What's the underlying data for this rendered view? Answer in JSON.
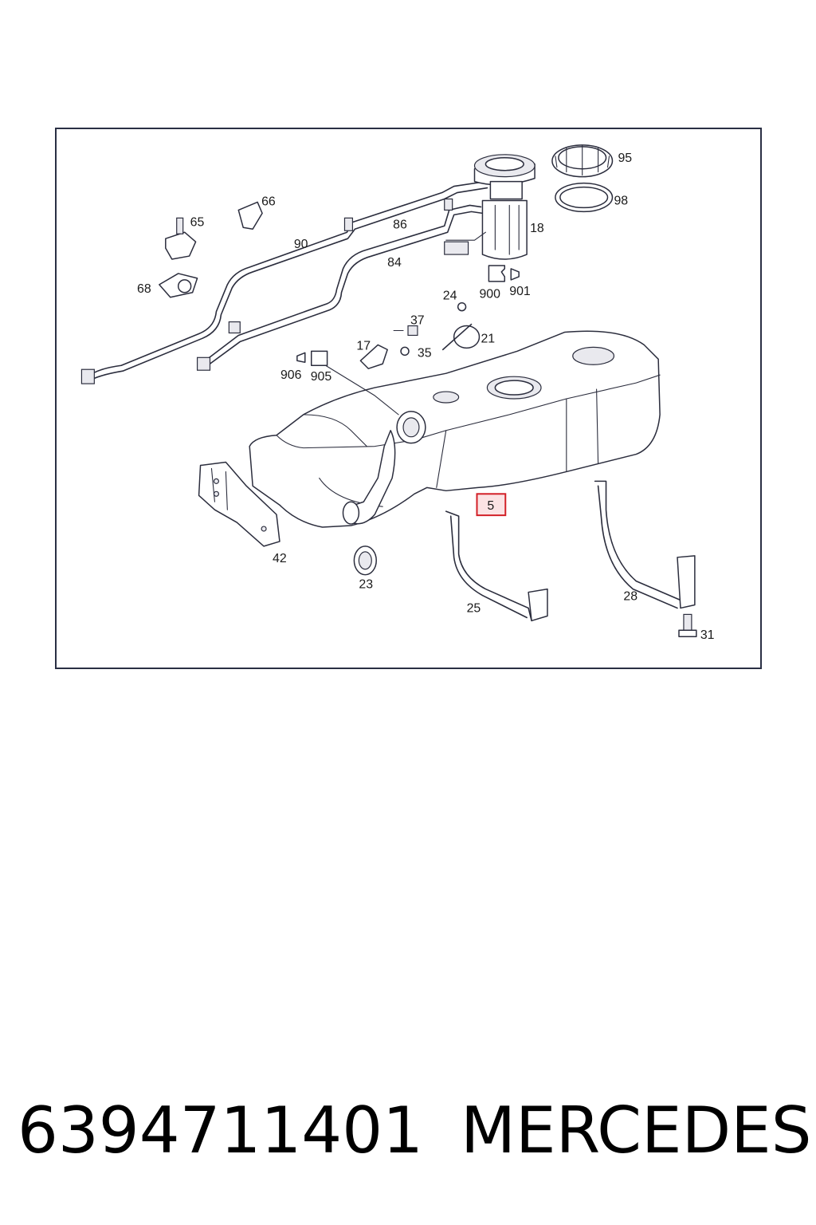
{
  "diagram": {
    "highlighted_callout": "5",
    "callouts": {
      "c95": "95",
      "c98": "98",
      "c18": "18",
      "c66": "66",
      "c65": "65",
      "c68": "68",
      "c90": "90",
      "c86": "86",
      "c84": "84",
      "c900": "900",
      "c901": "901",
      "c24": "24",
      "c21": "21",
      "c37": "37",
      "c17": "17",
      "c35": "35",
      "c906": "906",
      "c905": "905",
      "c42": "42",
      "c23": "23",
      "c25": "25",
      "c28": "28",
      "c31": "31"
    },
    "colors": {
      "line": "#2b2d3d",
      "highlight": "#d21f26",
      "highlight_fill": "#fbe3e4"
    }
  },
  "footer": {
    "part_number": "6394711401",
    "brand": "MERCEDES"
  }
}
